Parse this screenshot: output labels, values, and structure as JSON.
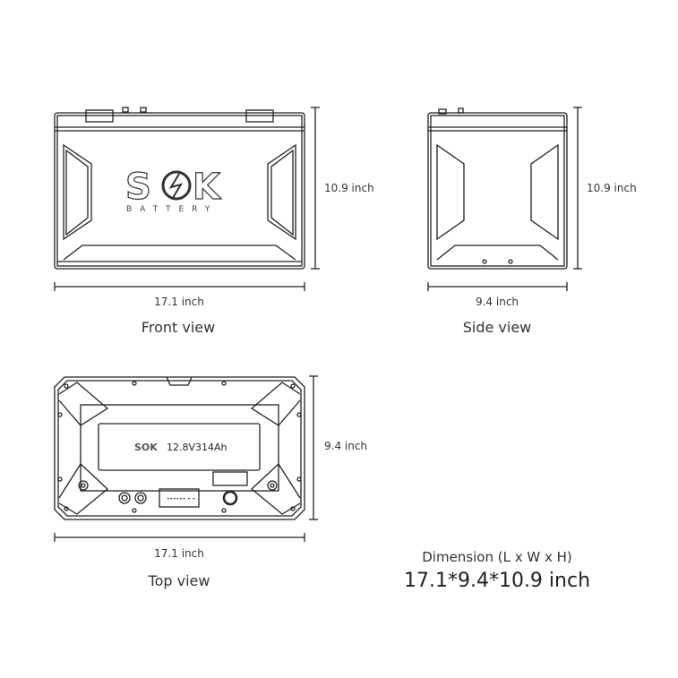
{
  "front_view": {
    "caption": "Front view",
    "height_label": "10.9 inch",
    "length_label": "17.1 inch",
    "logo": {
      "brand": "SOK",
      "sub": "BATTERY"
    }
  },
  "side_view": {
    "caption": "Side view",
    "height_label": "10.9 inch",
    "width_label": "9.4 inch"
  },
  "top_view": {
    "caption": "Top view",
    "width_label": "9.4 inch",
    "length_label": "17.1 inch",
    "label": {
      "brand": "SOK",
      "spec": "12.8V314Ah"
    }
  },
  "dimension": {
    "title": "Dimension (L x W x H)",
    "value": "17.1*9.4*10.9 inch"
  },
  "colors": {
    "line": "#222222",
    "background": "#ffffff"
  }
}
